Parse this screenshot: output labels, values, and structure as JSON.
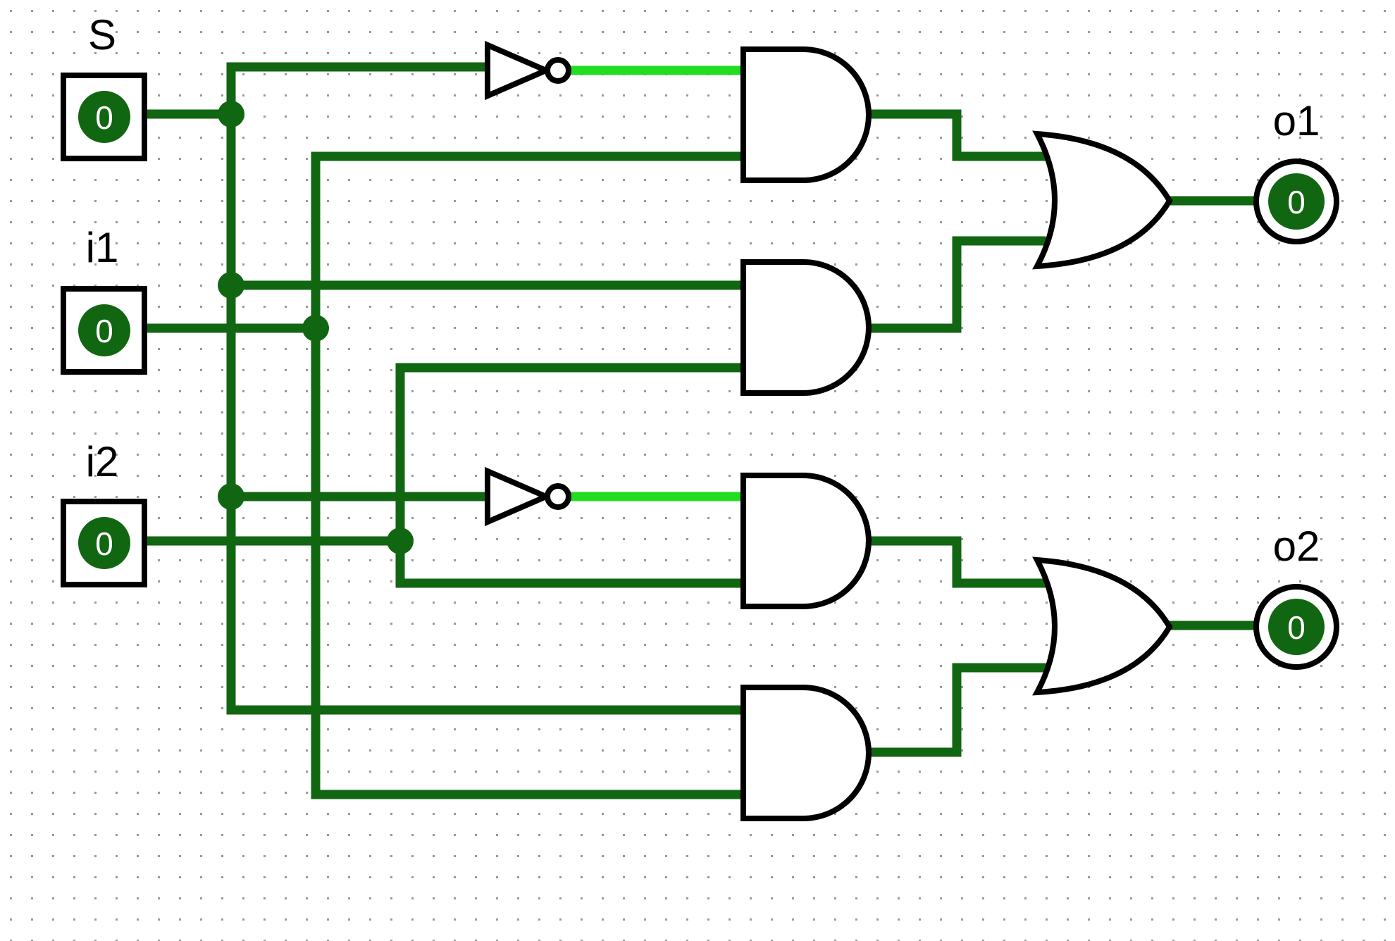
{
  "inputs": [
    {
      "label": "S",
      "value": "0"
    },
    {
      "label": "i1",
      "value": "0"
    },
    {
      "label": "i2",
      "value": "0"
    }
  ],
  "outputs": [
    {
      "label": "o1",
      "value": "0"
    },
    {
      "label": "o2",
      "value": "0"
    }
  ],
  "colors": {
    "wire": "#116611",
    "wire_high": "#22dd22",
    "pin_fill": "#116611",
    "gate_stroke": "#000000",
    "grid_dot": "#999999"
  },
  "icons": {
    "input_pin": "input-pin-icon",
    "output_pin": "output-pin-icon",
    "not_gate": "not-gate-icon",
    "and_gate": "and-gate-icon",
    "or_gate": "or-gate-icon"
  }
}
